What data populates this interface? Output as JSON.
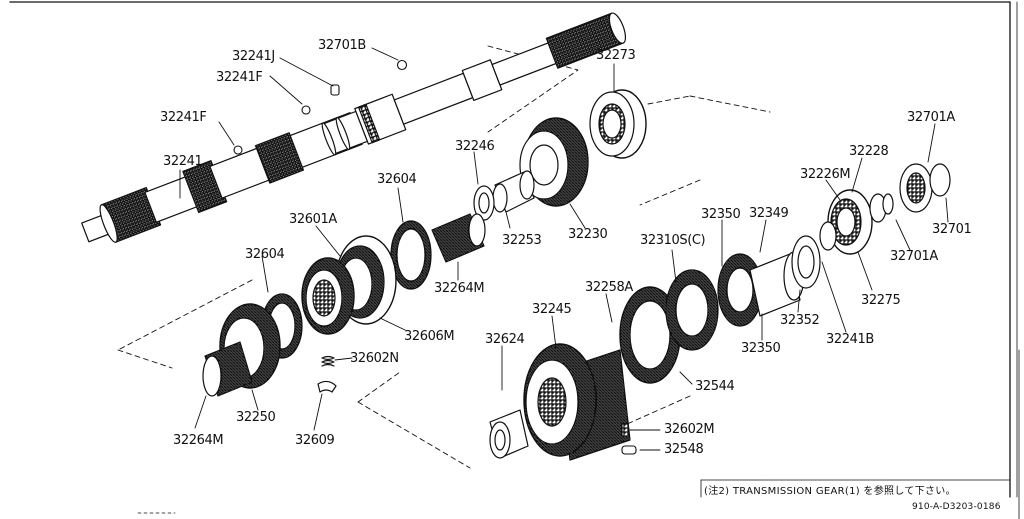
{
  "diagram": {
    "parts": {
      "p32701B": "32701B",
      "p32241J": "32241J",
      "p32241F_a": "32241F",
      "p32241F_b": "32241F",
      "p32241": "32241",
      "p32273": "32273",
      "p32246": "32246",
      "p32604_a": "32604",
      "p32601A": "32601A",
      "p32604_b": "32604",
      "p32253": "32253",
      "p32230": "32230",
      "p32264M_a": "32264M",
      "p32606M": "32606M",
      "p32602N": "32602N",
      "p32264M_b": "32264M",
      "p32250": "32250",
      "p32609": "32609",
      "p32228": "32228",
      "p32701A_a": "32701A",
      "p32226M": "32226M",
      "p32350_a": "32350",
      "p32349": "32349",
      "p32310S": "32310S(C)",
      "p32701": "32701",
      "p32701A_b": "32701A",
      "p32275": "32275",
      "p32258A": "32258A",
      "p32245": "32245",
      "p32352": "32352",
      "p32241B": "32241B",
      "p32350_b": "32350",
      "p32624": "32624",
      "p32544": "32544",
      "p32602M": "32602M",
      "p32548": "32548"
    },
    "footnote": "(注2) TRANSMISSION GEAR(1) を参照して下さい。",
    "drawing_code": "910-A-D3203-0186"
  }
}
